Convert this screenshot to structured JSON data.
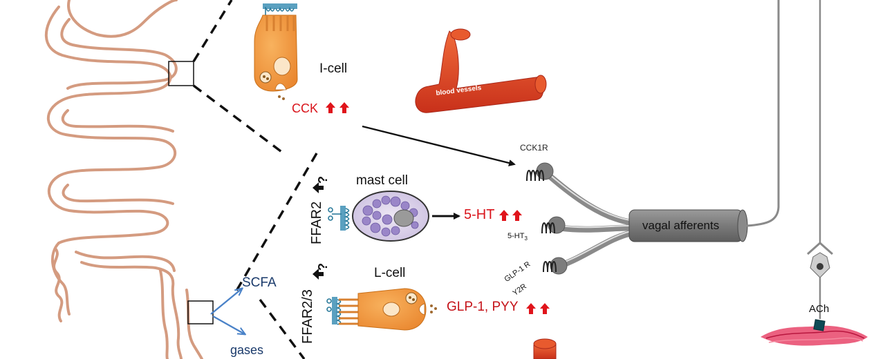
{
  "labels": {
    "i_cell": "I-cell",
    "cck": "CCK",
    "blood_vessels": "blood vessels",
    "cck1r": "CCK1R",
    "mast_cell": "mast cell",
    "ffar2": "FFAR2",
    "ffar23": "FFAR2/3",
    "question": "?",
    "serotonin": "5-HT",
    "ht3_prefix": "5-HT",
    "ht3_sub": "3",
    "l_cell": "L-cell",
    "glp1_pyy": "GLP-1, PYY",
    "glp1r": "GLP-1 R",
    "y2r": "Y2R",
    "vagal_afferents": "vagal afferents",
    "scfa": "SCFA",
    "gases": "gases",
    "ach": "ACh"
  },
  "colors": {
    "cell_orange": "#f39a3a",
    "vessel_red": "#e8421c",
    "gut_outline": "#d49b80",
    "nerve_gray": "#8a8a8a",
    "arrow_red": "#e0141b",
    "arrow_blue": "#4a82c8",
    "text_red": "#d9141b",
    "text_blue": "#1a3a6b",
    "mast_purple": "#9a86c8",
    "tissue_pink": "#e8456a"
  },
  "icons": [
    "receptor-icon",
    "double-up-arrow-icon",
    "left-arrow-icon",
    "granule-icon",
    "nerve-bundle-icon",
    "neuron-icon"
  ]
}
